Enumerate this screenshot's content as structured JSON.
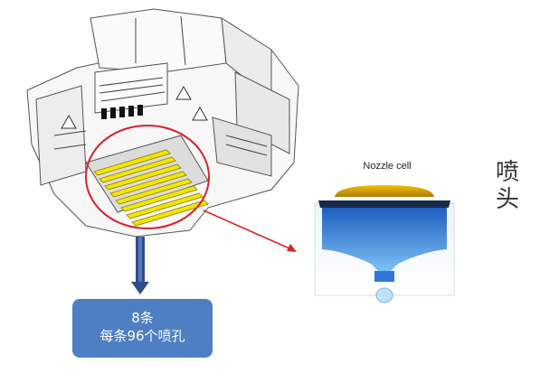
{
  "nozzle_cell_label": "Nozzle cell",
  "side_label": [
    "喷",
    "头"
  ],
  "info_box": {
    "line1": "8条",
    "line2": "每条96个喷孔"
  },
  "colors": {
    "highlight_ellipse": "#d9232d",
    "yellow_strips": "#f2e600",
    "arrow_blue": "#2f4c8c",
    "info_box_bg": "#4f7fc3",
    "nozzle_blue": "#3a8de0",
    "nozzle_gold": "#d9a011"
  }
}
